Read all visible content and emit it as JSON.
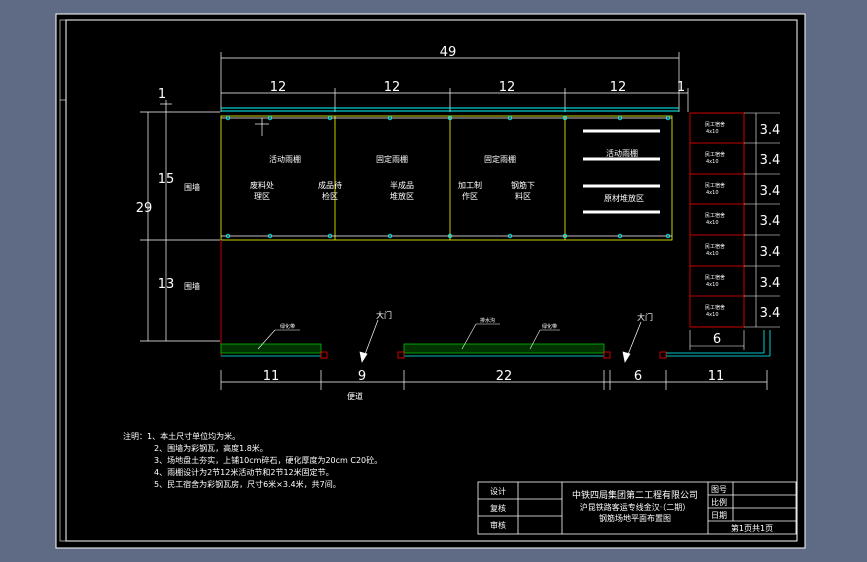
{
  "colors": {
    "background": "#5f6b84",
    "paper": "#000000",
    "line": "#ffffff",
    "boundary": "#ffff00",
    "fence": "#ff0000",
    "road": "#00ffff",
    "hatch": "#00c000"
  },
  "dims": {
    "total_width": "49",
    "bay_widths": [
      "12",
      "12",
      "12",
      "12"
    ],
    "right_gap": "1",
    "left_top_gap": "1",
    "left_height_total": "29",
    "left_height_upper": "15",
    "left_height_lower": "13",
    "bottom_widths": [
      "11",
      "9",
      "22",
      "6",
      "11"
    ],
    "right_cells": [
      "3.4",
      "3.4",
      "3.4",
      "3.4",
      "3.4",
      "3.4",
      "3.4"
    ],
    "right_width": "6"
  },
  "labels": {
    "bay1_title": "活动雨棚",
    "bay1_left": "废料处\n理区",
    "bay1_right": "成品待\n检区",
    "bay2_title": "固定雨棚",
    "bay2_sub": "半成品\n堆放区",
    "bay3_title": "固定雨棚",
    "bay3_left": "加工制\n作区",
    "bay3_right": "钢筋下\n料区",
    "bay4_title": "活动雨棚",
    "bay4_sub": "原材堆放区",
    "road_upper": "围墙",
    "road_lower": "围墙",
    "road_bottom": "便道",
    "gate_left": "大门",
    "gate_right": "大门",
    "strip_left": "绿化带",
    "strip_mid_a": "排水沟",
    "strip_mid_b": "绿化带",
    "room_label": "民工宿舍",
    "room_size": "4x10"
  },
  "notes": [
    "注明：1、本土尺寸单位均为米。",
    "2、围墙为彩钢瓦，高度1.8米。",
    "3、场地盘土夯实，上铺10cm碎石，硬化厚度为20cm C20砼。",
    "4、雨棚设计为2节12米活动节和2节12米固定节。",
    "5、民工宿舍为彩钢瓦房，尺寸6米×3.4米，共7间。"
  ],
  "title_block": {
    "left_rows": [
      "设计",
      "复核",
      "审核"
    ],
    "company": "中铁四局集团第二工程有限公司",
    "project": "沪昆铁路客运专线金汉·（二期）",
    "drawing": "钢筋场地平面布置图",
    "right_rows": [
      "图号",
      "比例",
      "日期"
    ],
    "sheet": "第1页共1页"
  }
}
